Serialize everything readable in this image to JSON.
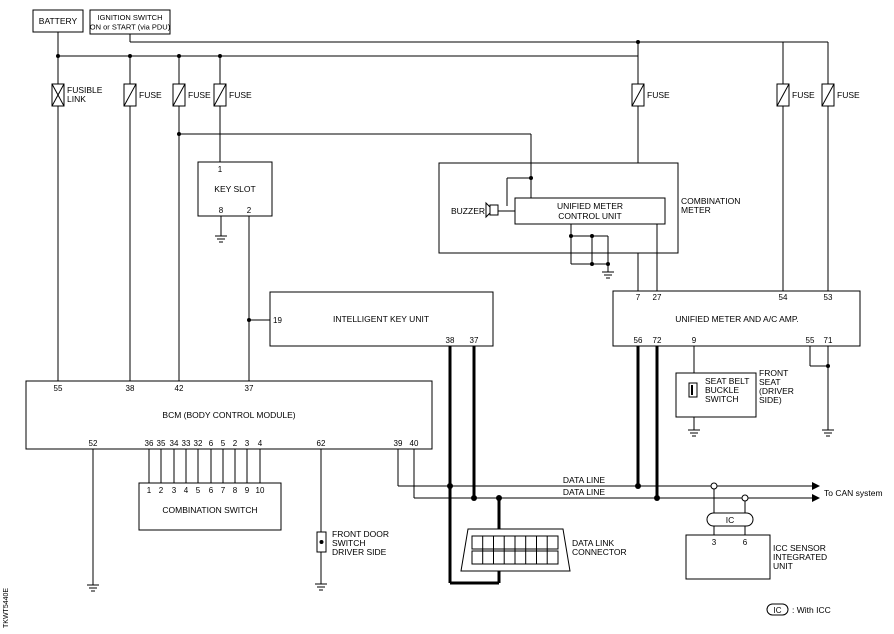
{
  "sources": {
    "battery": "BATTERY",
    "ignition_line1": "IGNITION SWITCH",
    "ignition_line2": "ON or START (via PDU)"
  },
  "fuses": {
    "fusible_link_line1": "FUSIBLE",
    "fusible_link_line2": "LINK",
    "fuse": "FUSE"
  },
  "key_slot": {
    "title": "KEY SLOT",
    "pins": [
      "1",
      "8",
      "2"
    ]
  },
  "combination_meter": {
    "label_line1": "COMBINATION",
    "label_line2": "METER",
    "buzzer": "BUZZER",
    "unit_line1": "UNIFIED METER",
    "unit_line2": "CONTROL UNIT"
  },
  "intelligent_key": {
    "title": "INTELLIGENT KEY UNIT",
    "pins": [
      "19",
      "38",
      "37"
    ]
  },
  "meter_amp": {
    "title": "UNIFIED METER AND A/C AMP.",
    "pins": [
      "7",
      "27",
      "54",
      "53",
      "56",
      "72",
      "9",
      "55",
      "71"
    ]
  },
  "bcm": {
    "title": "BCM (BODY CONTROL MODULE)",
    "top_pins": [
      "55",
      "38",
      "42",
      "37"
    ],
    "bottom_pins": [
      "52",
      "36",
      "35",
      "34",
      "33",
      "32",
      "6",
      "5",
      "2",
      "3",
      "4",
      "62",
      "39",
      "40"
    ]
  },
  "combination_switch": {
    "title": "COMBINATION SWITCH",
    "pins": [
      "1",
      "2",
      "3",
      "4",
      "5",
      "6",
      "7",
      "8",
      "9",
      "10"
    ]
  },
  "front_door_switch": {
    "line1": "FRONT DOOR",
    "line2": "SWITCH",
    "line3": "DRIVER SIDE"
  },
  "seat_belt": {
    "switch_line1": "SEAT BELT",
    "switch_line2": "BUCKLE",
    "switch_line3": "SWITCH",
    "seat_line1": "FRONT",
    "seat_line2": "SEAT",
    "seat_line3": "(DRIVER",
    "seat_line4": "SIDE)"
  },
  "data_link": {
    "line1": "DATA LINK",
    "line2": "CONNECTOR"
  },
  "data_lines": {
    "label": "DATA LINE",
    "to_can": "To CAN system"
  },
  "icc": {
    "tag": "IC",
    "unit_line1": "ICC SENSOR",
    "unit_line2": "INTEGRATED",
    "unit_line3": "UNIT",
    "pins": [
      "3",
      "6"
    ],
    "legend_tag": "IC",
    "legend_text": ": With ICC"
  },
  "figure_id": "TKWT5440E"
}
